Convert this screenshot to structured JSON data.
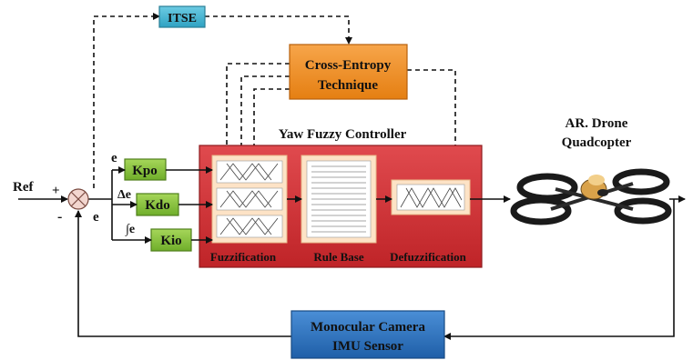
{
  "labels": {
    "itse": "ITSE",
    "cross_entropy_line1": "Cross-Entropy",
    "cross_entropy_line2": "Technique",
    "yaw_fuzzy_controller": "Yaw Fuzzy Controller",
    "drone_line1": "AR. Drone",
    "drone_line2": "Quadcopter",
    "ref": "Ref",
    "plus": "+",
    "minus": "-",
    "e_top": "e",
    "e_sum": "e",
    "delta_e": "Δe",
    "int_e": "∫e",
    "kpo": "Kpo",
    "kdo": "Kdo",
    "kio": "Kio",
    "fuzzification": "Fuzzification",
    "rule_base": "Rule Base",
    "defuzzification": "Defuzzification",
    "sensor_line1": "Monocular Camera",
    "sensor_line2": "IMU Sensor"
  },
  "colors": {
    "itse_fill": "#44b6d3",
    "cross_entropy_fill": "#f28c1e",
    "gain_fill": "#8cc63e",
    "controller_fill": "#d8353a",
    "panel_fill": "#fde3c6",
    "sensor_fill": "#2e74c0"
  }
}
